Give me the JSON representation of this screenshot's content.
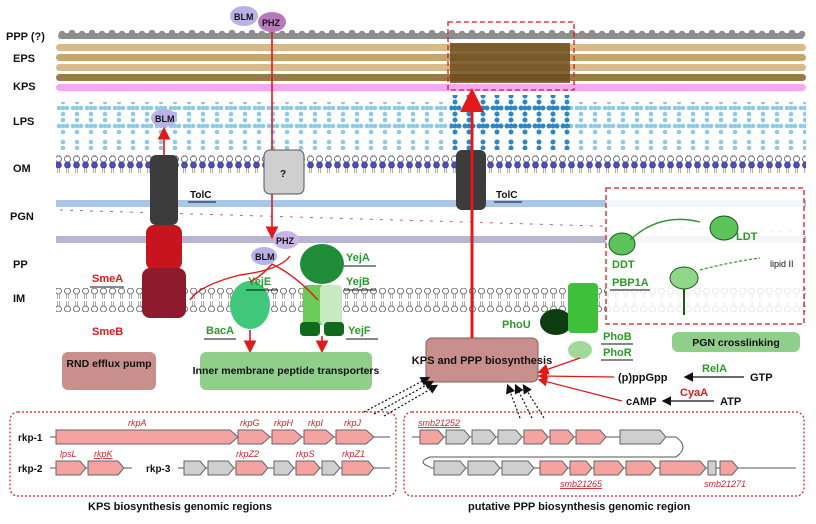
{
  "layers": {
    "ppp": "PPP (?)",
    "eps": "EPS",
    "kps": "KPS",
    "lps": "LPS",
    "om": "OM",
    "pgn": "PGN",
    "pp": "PP",
    "im": "IM"
  },
  "molecules": {
    "blm": "BLM",
    "phz": "PHZ",
    "unknown": "?",
    "tolc": "TolC"
  },
  "proteins": {
    "smeA": "SmeA",
    "smeB": "SmeB",
    "bacA": "BacA",
    "yejA": "YejA",
    "yejB": "YejB",
    "yejE": "YejE",
    "yejF": "YejF",
    "phoU": "PhoU",
    "phoB": "PhoB",
    "phoR": "PhoR",
    "ddt": "DDT",
    "ldt": "LDT",
    "pbp1a": "PBP1A",
    "lipid2": "lipid II",
    "relA": "RelA",
    "cyaA": "CyaA"
  },
  "boxes": {
    "rnd": "RND efflux pump",
    "inner": "Inner membrane peptide transporters",
    "kps_ppp": "KPS and PPP biosynthesis",
    "pgn_cross": "PGN crosslinking"
  },
  "signals": {
    "ppgpp": "(p)ppGpp",
    "gtp": "GTP",
    "camp": "cAMP",
    "atp": "ATP"
  },
  "genomic": {
    "kps_title": "KPS biosynthesis genomic regions",
    "ppp_title": "putative PPP biosynthesis genomic region",
    "rkp1": "rkp-1",
    "rkp2": "rkp-2",
    "rkp3": "rkp-3",
    "rkpA": "rkpA",
    "rkpG": "rkpG",
    "rkpH": "rkpH",
    "rkpI": "rkpI",
    "rkpJ": "rkpJ",
    "lpsL": "lpsL",
    "rkpK": "rkpK",
    "rkpZ2": "rkpZ2",
    "rkpS": "rkpS",
    "rkpZ1": "rkpZ1",
    "smb21252": "smb21252",
    "smb21265": "smb21265",
    "smb21271": "smb21271"
  },
  "colors": {
    "red_arrow": "#e0191b",
    "green_label": "#2a9a2a",
    "gene_pink": "#f4a3a0",
    "gene_gray": "#cfcfcf",
    "box_rose": "#c98f8c",
    "box_green": "#8fcf8a",
    "lps_blue": "#8ec9e6",
    "lps_dark_blue": "#2b86c5",
    "kps_pink": "#f6a8f0"
  }
}
